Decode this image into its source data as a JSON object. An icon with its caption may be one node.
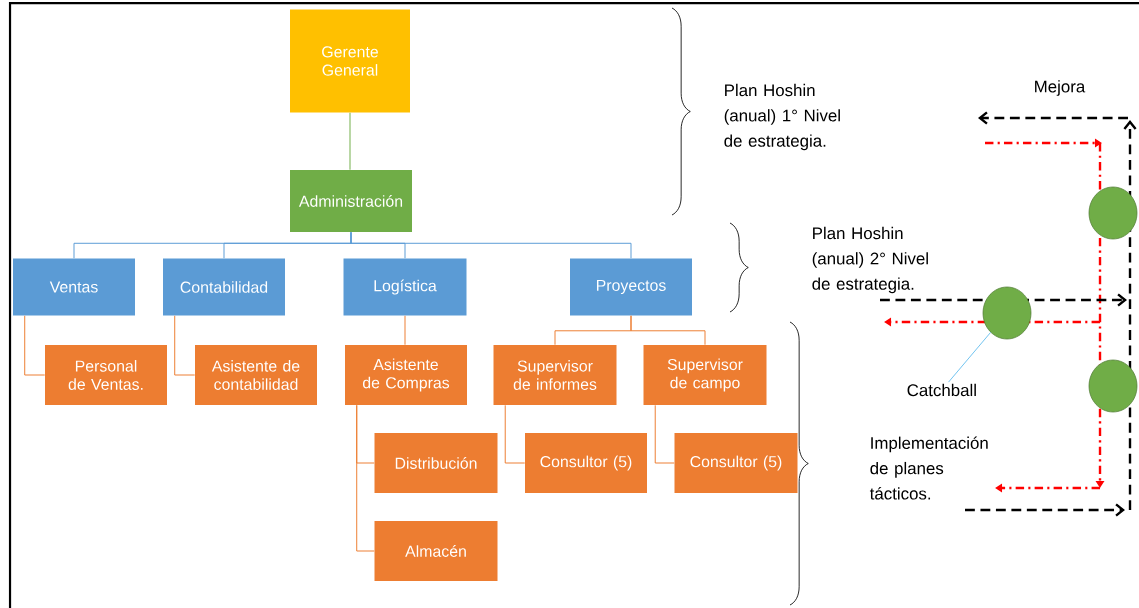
{
  "diagram": {
    "nodes": [
      {
        "text": [
          "Gerente General"
        ]
      },
      {
        "text": [
          "Administración"
        ]
      },
      {
        "text": [
          "Ventas"
        ]
      },
      {
        "text": [
          "Contabilidad"
        ]
      },
      {
        "text": [
          "Logística"
        ]
      },
      {
        "text": [
          "Proyectos"
        ]
      },
      {
        "text": [
          "Personal de Ventas."
        ]
      },
      {
        "text": [
          "Asistente de contabilidad"
        ]
      },
      {
        "text": [
          "Asistente de Compras"
        ]
      },
      {
        "text": [
          "Supervisor de informes"
        ]
      },
      {
        "text": [
          "Supervisor de campo"
        ]
      },
      {
        "text": [
          "Distribución"
        ]
      },
      {
        "text": [
          "Consultor (5)"
        ]
      },
      {
        "text": [
          "Consultor (5)"
        ]
      },
      {
        "text": [
          "Almacén"
        ]
      },
      {
        "text": [
          "Plan Hoshin (anual) 1° Nivel de estrategia."
        ]
      },
      {
        "text": [
          "Plan Hoshin (anual) 2° Nivel de estrategia."
        ]
      },
      {
        "text": [
          "Catchball"
        ]
      },
      {
        "text": [
          "Implementación de planes tácticos."
        ]
      },
      {
        "text": [
          "Mejora"
        ]
      },
      {
        "text": [],
        "shape": "circle"
      },
      {
        "text": [],
        "shape": "circle"
      },
      {
        "text": [],
        "shape": "circle"
      }
    ],
    "edges": [
      {
        "from": 0,
        "to": 1,
        "arrow": "none",
        "color": "#70ad47"
      },
      {
        "from": 1,
        "to": 2,
        "arrow": "none",
        "color": "#5b9bd5"
      },
      {
        "from": 1,
        "to": 3,
        "arrow": "none",
        "color": "#5b9bd5"
      },
      {
        "from": 1,
        "to": 4,
        "arrow": "none",
        "color": "#5b9bd5"
      },
      {
        "from": 1,
        "to": 5,
        "arrow": "none",
        "color": "#5b9bd5"
      },
      {
        "from": 2,
        "to": 6,
        "arrow": "none"
      },
      {
        "from": 3,
        "to": 7,
        "arrow": "none"
      },
      {
        "from": 4,
        "to": 8,
        "arrow": "none"
      },
      {
        "from": 5,
        "to": 9,
        "arrow": "none"
      },
      {
        "from": 5,
        "to": 10,
        "arrow": "none"
      },
      {
        "from": 8,
        "to": 11,
        "arrow": "none"
      },
      {
        "from": 8,
        "to": 14,
        "arrow": "none"
      },
      {
        "from": 9,
        "to": 12,
        "arrow": "none"
      },
      {
        "from": 10,
        "to": 13,
        "arrow": "none"
      },
      {
        "from": 17,
        "to": 20,
        "arrow": "none",
        "color": "#6fc3f0"
      }
    ]
  }
}
